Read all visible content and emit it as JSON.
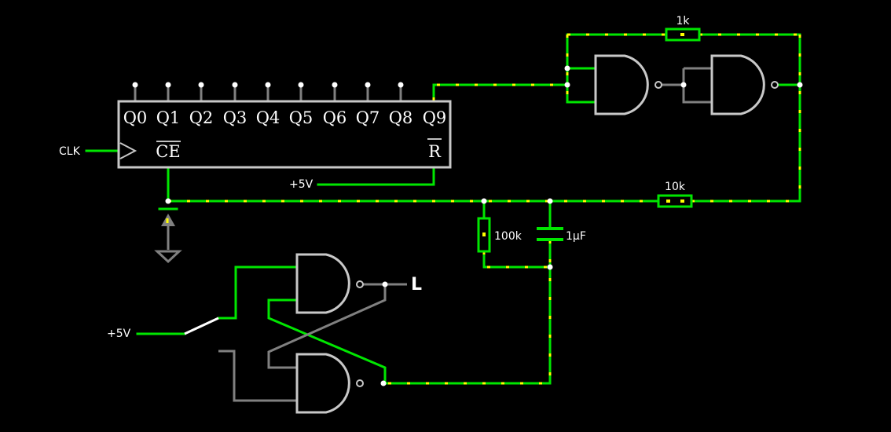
{
  "counter": {
    "outputs": [
      "Q0",
      "Q1",
      "Q2",
      "Q3",
      "Q4",
      "Q5",
      "Q6",
      "Q7",
      "Q8",
      "Q9"
    ],
    "ce_label": "CE",
    "reset_label": "R"
  },
  "labels": {
    "clk": "CLK",
    "vcc_reset": "+5V",
    "vcc_switch": "+5V",
    "output_l": "L"
  },
  "components": {
    "r_feedback": "1k",
    "r_bottom": "10k",
    "r_timing": "100k",
    "capacitor": "1µF"
  },
  "colors": {
    "wire_active": "#00e600",
    "current_dots": "#ffff00",
    "wire_inactive": "#808080",
    "component": "#c8c8c8",
    "background": "#000000"
  }
}
